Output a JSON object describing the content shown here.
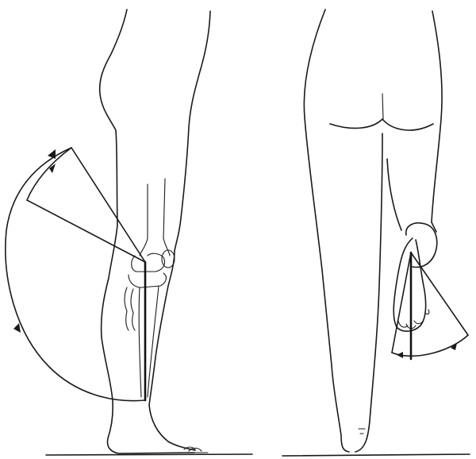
{
  "figure": {
    "panels": [
      {
        "view": "lateral",
        "joint": "knee",
        "motion": "flexion-extension"
      },
      {
        "view": "posterior",
        "joint": "knee",
        "motion": "rotation"
      }
    ],
    "colors": {
      "ink": "#1a1a1a",
      "background": "#ffffff"
    }
  }
}
